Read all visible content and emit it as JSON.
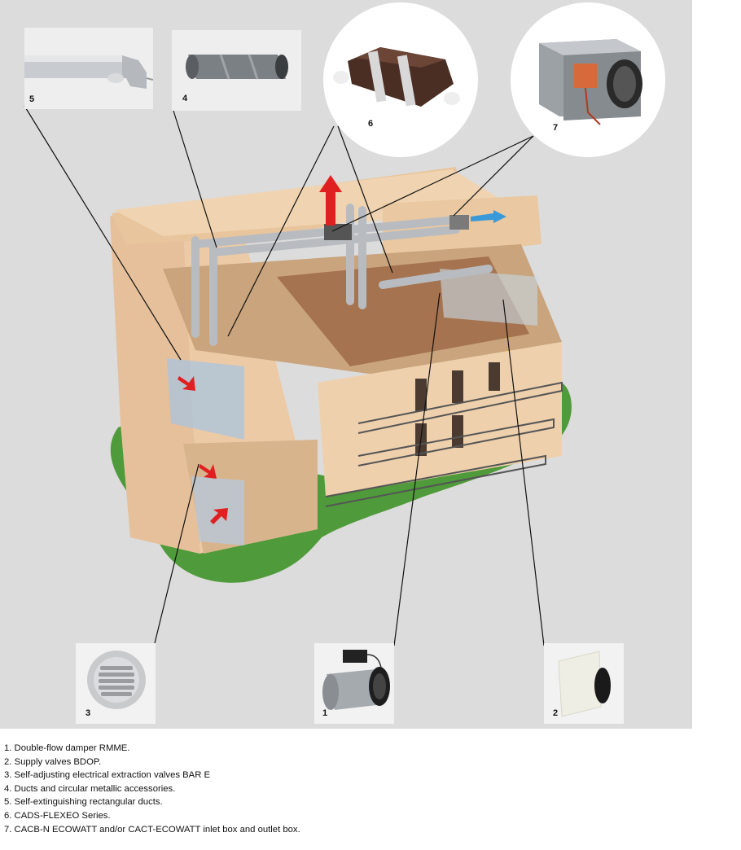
{
  "callouts": [
    {
      "id": "1",
      "label": "1"
    },
    {
      "id": "2",
      "label": "2"
    },
    {
      "id": "3",
      "label": "3"
    },
    {
      "id": "4",
      "label": "4"
    },
    {
      "id": "5",
      "label": "5"
    },
    {
      "id": "6",
      "label": "6"
    },
    {
      "id": "7",
      "label": "7"
    }
  ],
  "legend": [
    "1. Double-flow damper RMME.",
    "2. Supply valves BDOP.",
    "3. Self-adjusting electrical extraction valves BAR E",
    "4. Ducts and circular metallic accessories.",
    "5. Self-extinguishing rectangular ducts.",
    "6. CADS-FLEXEO Series.",
    "7. CACB-N ECOWATT and/or CACT-ECOWATT inlet box and outlet box."
  ],
  "colors": {
    "background": "#dcdcdc",
    "lawn": "#4f9a3a",
    "wall": "#eccaa6",
    "duct": "#b8bcc0",
    "arrow_exhaust": "#e02020",
    "arrow_intake": "#3a9ad9"
  }
}
